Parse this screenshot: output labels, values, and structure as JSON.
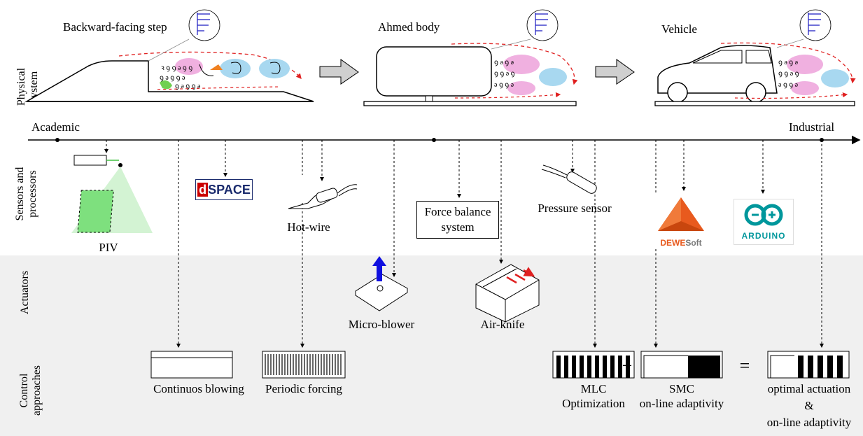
{
  "rows": {
    "physical": "Physical system",
    "sensors": "Sensors and processors",
    "actuators": "Actuators",
    "control": "Control approaches"
  },
  "axis": {
    "left": "Academic",
    "right": "Industrial"
  },
  "systems": {
    "bfs": "Backward-facing step",
    "ahmed": "Ahmed body",
    "vehicle": "Vehicle"
  },
  "sensors": {
    "piv": "PIV",
    "dspace": "SPACE",
    "dspace_d": "d",
    "hotwire": "Hot-wire",
    "force": "Force balance system",
    "pressure": "Pressure sensor",
    "dewe_a": "DEWE",
    "dewe_b": "Soft",
    "arduino": "ARDUINO"
  },
  "actuators": {
    "blower": "Micro-blower",
    "airknife": "Air-knife"
  },
  "control": {
    "continuous": "Continuos blowing",
    "periodic": "Periodic forcing",
    "mlc_1": "MLC",
    "mlc_2": "Optimization",
    "plus": "+",
    "smc_1": "SMC",
    "smc_2": "on-line adaptivity",
    "equals": "=",
    "opt_1": "optimal actuation",
    "opt_2": "&",
    "opt_3": "on-line adaptivity"
  },
  "colors": {
    "band": "#f0f0f0",
    "flow_red": "#e02020",
    "vortex_pink": "#f0b0e0",
    "vortex_blue": "#a8d8f0",
    "piv_green": "#7ee07e",
    "blower_blue": "#1010e0"
  }
}
